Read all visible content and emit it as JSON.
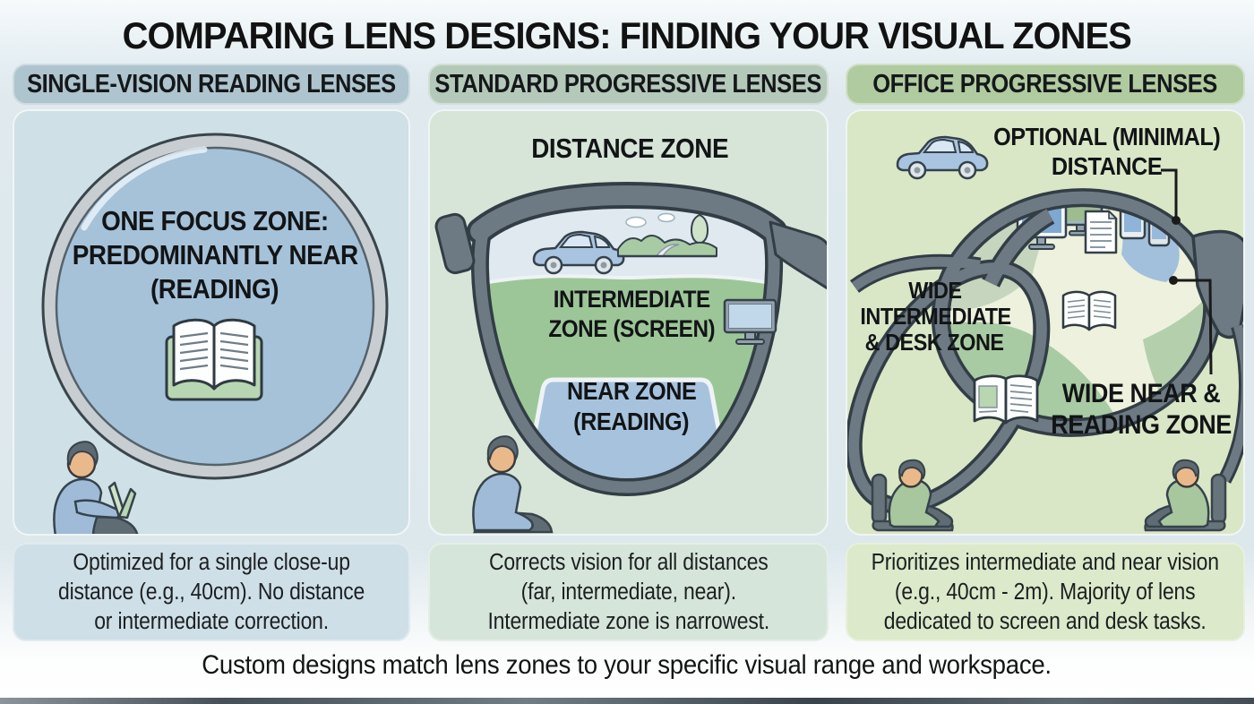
{
  "title": "COMPARING LENS DESIGNS: FINDING YOUR VISUAL ZONES",
  "columns": [
    {
      "header": "SINGLE-VISION READING LENSES",
      "zone_lines": [
        "ONE FOCUS ZONE:",
        "PREDOMINANTLY NEAR",
        "(READING)"
      ],
      "caption_lines": [
        "Optimized for a single close-up",
        "distance (e.g., 40cm). No distance",
        "or intermediate correction."
      ]
    },
    {
      "header": "STANDARD PROGRESSIVE LENSES",
      "distance_label": "DISTANCE ZONE",
      "intermediate_lines": [
        "INTERMEDIATE",
        "ZONE (SCREEN)"
      ],
      "near_lines": [
        "NEAR ZONE",
        "(READING)"
      ],
      "caption_lines": [
        "Corrects vision for all distances",
        "(far, intermediate, near).",
        "Intermediate zone is narrowest."
      ]
    },
    {
      "header": "OFFICE PROGRESSIVE LENSES",
      "optional_lines": [
        "OPTIONAL (MINIMAL)",
        "DISTANCE"
      ],
      "intermediate_lines": [
        "WIDE",
        "INTERMEDIATE",
        "& DESK ZONE"
      ],
      "near_lines": [
        "WIDE NEAR &",
        "READING ZONE"
      ],
      "caption_lines": [
        "Prioritizes intermediate and near vision",
        "(e.g., 40cm - 2m). Majority of lens",
        "dedicated to screen and desk tasks."
      ]
    }
  ],
  "footer": "Custom designs match lens zones to your specific visual range and workspace.",
  "colors": {
    "pill1": "#aec4ce",
    "pill2": "#b5c9ba",
    "pill3": "#b1cba0",
    "panel1": "#cfe0e7",
    "panel2": "#d7e5d9",
    "panel3": "#d9e7c7",
    "caption1": "#cfdfe7",
    "caption2": "#d6e5da",
    "caption3": "#dce9ca",
    "lens_blue": "#a6c2d9",
    "distance_blue": "#dfe9ef",
    "zone_green": "#9dc698",
    "near_zone_blue": "#a7c2dd",
    "office_cream": "#edf1dd",
    "office_green": "#a9cba3",
    "office_blue": "#a2c0db",
    "frame_gray": "#6d7a83",
    "frame_outline": "#323d45"
  }
}
